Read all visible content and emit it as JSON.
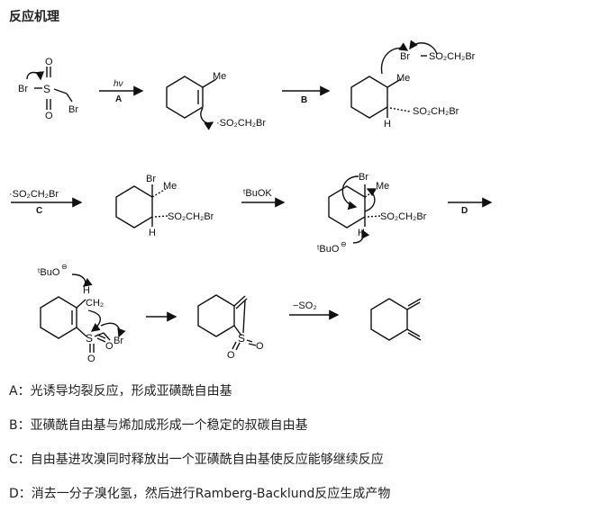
{
  "title": "反应机理",
  "labels": {
    "br": "Br",
    "me": "Me",
    "h": "H",
    "so2ch2br": "SO₂CH₂Br",
    "ch2": "CH₂",
    "hv": "hν",
    "step_a": "A",
    "step_b": "B",
    "step_c": "C",
    "step_d": "D",
    "tbuok": "ᵗBuOK",
    "tbuo": "ᵗBuO",
    "minus_so2": "−SO₂",
    "so2ch2br_radical": "·SO₂CH₂Br"
  },
  "notes": [
    "A：光诱导均裂反应，形成亚磺酰自由基",
    "B：亚磺酰自由基与烯加成形成一个稳定的叔碳自由基",
    "C：自由基进攻溴同时释放出一个亚磺酰自由基使反应能够继续反应",
    "D：消去一分子溴化氢，然后进行Ramberg-Backlund反应生成产物"
  ]
}
